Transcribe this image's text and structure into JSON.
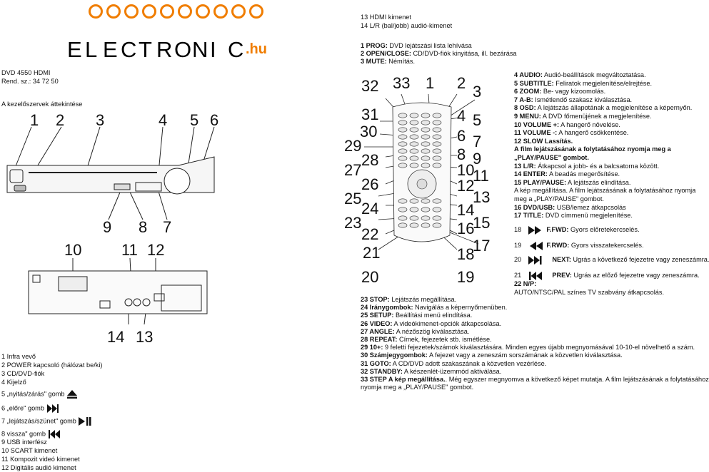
{
  "logo": {
    "letters": [
      "E",
      "L",
      "E",
      "C",
      "T",
      "R",
      "O",
      "N",
      "I",
      "C"
    ],
    "suffix": ".hu"
  },
  "product": {
    "model": "DVD 4550 HDMI",
    "order_no": "Rend. sz.: 34 72 50",
    "section_title": "A kezelőszervek áttekintése"
  },
  "callouts_front": [
    "1",
    "2",
    "3",
    "4",
    "5",
    "6",
    "9",
    "8",
    "7"
  ],
  "callouts_back": [
    "10",
    "11",
    "12",
    "14",
    "13"
  ],
  "callouts_remote": [
    "32",
    "33",
    "1",
    "2",
    "3",
    "31",
    "4",
    "5",
    "30",
    "6",
    "7",
    "29",
    "28",
    "8",
    "9",
    "27",
    "10",
    "11",
    "26",
    "12",
    "25",
    "13",
    "24",
    "14",
    "23",
    "15",
    "22",
    "16",
    "21",
    "17",
    "18",
    "20",
    "19"
  ],
  "left_list": [
    {
      "text": "1 Infra vevő"
    },
    {
      "text": "2 POWER kapcsoló (hálózat be/ki)"
    },
    {
      "text": "3 CD/DVD-fiók"
    },
    {
      "text": "4 Kijelző"
    },
    {
      "text": "5 „nyitás/zárás\" gomb",
      "icon": "eject-icon"
    },
    {
      "text": "6 „előre\" gomb",
      "icon": "next-icon"
    },
    {
      "text": "7 „lejátszás/szünet\" gomb",
      "icon": "play-pause-icon"
    },
    {
      "text": "8 vissza\" gomb",
      "icon": "prev-icon"
    },
    {
      "text": "9 USB interfész"
    },
    {
      "text": "10 SCART kimenet"
    },
    {
      "text": "11 Kompozit videó kimenet"
    },
    {
      "text": "12 Digitális audió kimenet"
    }
  ],
  "top_right": [
    "13 HDMI kimenet",
    "14 L/R (bal/jobb) audió-kimenet"
  ],
  "remote_list_a": [
    {
      "label": "1 PROG:",
      "text": " DVD lejátszási lista lehívása"
    },
    {
      "label": "2 OPEN/CLOSE:",
      "text": " CD/DVD-fiók kinyitása, ill. bezárása"
    },
    {
      "label": "3 MUTE:",
      "text": " Némítás."
    }
  ],
  "remote_list_b": [
    {
      "label": "4 AUDIO:",
      "text": " Audió-beállítások megváltoztatása."
    },
    {
      "label": "5 SUBTITLE:",
      "text": " Feliratok megjelenítése/elrejtése."
    },
    {
      "label": "6 ZOOM:",
      "text": " Be- vagy kizoomolás."
    },
    {
      "label": "7 A-B:",
      "text": " Ismétlendő szakasz kiválasztása."
    },
    {
      "label": "8 OSD:",
      "text": " A lejátszás állapotának a megjelenítése a képernyőn."
    },
    {
      "label": "9 MENU:",
      "text": " A DVD főmenüjének a megjelenítése."
    },
    {
      "label": "10 VOLUME +:",
      "text": " A hangerő növelése."
    },
    {
      "label": "11 VOLUME -:",
      "text": " A hangerő csökkentése."
    },
    {
      "label": "12 SLOW Lassítás.",
      "text": ""
    },
    {
      "label": "A film lejátszásának a folytatásához nyomja meg a",
      "text": ""
    },
    {
      "label": "„PLAY/PAUSE\" gombot.",
      "text": ""
    },
    {
      "label": "13 L/R:",
      "text": " Átkapcsol a jobb- és a balcsatorna között."
    },
    {
      "label": "14 ENTER:",
      "text": " A beadás megerősítése."
    },
    {
      "label": "15 PLAY/PAUSE:",
      "text": " A lejátszás elindítása."
    },
    {
      "label": "",
      "text": "A kép megállítása. A film lejátszásának a folytatásához nyomja"
    },
    {
      "label": "",
      "text": "meg a „PLAY/PAUSE\" gombot."
    },
    {
      "label": "16 DVD/USB:",
      "text": " USB/lemez átkapcsolás"
    },
    {
      "label": "17 TITLE:",
      "text": " DVD címmenü megjelenítése."
    }
  ],
  "remote_icon_items": [
    {
      "num": "18",
      "icon": "fast-forward-icon",
      "label": "F.FWD:",
      "text": " Gyors előretekercselés."
    },
    {
      "num": "19",
      "icon": "rewind-icon",
      "label": "F.RWD:",
      "text": " Gyors visszatekercselés."
    },
    {
      "num": "20",
      "icon": "next-icon",
      "label": "NEXT:",
      "text": " Ugrás a következő fejezetre vagy zeneszámra."
    },
    {
      "num": "21",
      "icon": "prev-icon",
      "label": "PREV:",
      "text": " Ugrás az előző fejezetre vagy zeneszámra."
    }
  ],
  "item22": {
    "label": "22 N/P:",
    "text": "AUTO/NTSC/PAL színes TV szabvány átkapcsolás."
  },
  "remote_list_c": [
    {
      "label": "23 STOP:",
      "text": " Lejátszás megállítása."
    },
    {
      "label": "24 Iránygombok:",
      "text": " Navigálás a képernyőmenüben."
    },
    {
      "label": "25 SETUP:",
      "text": " Beállítási menü elindítása."
    },
    {
      "label": "26 VIDEO:",
      "text": " A videókimenet-opciók átkapcsolása."
    },
    {
      "label": "27 ANGLE:",
      "text": " A nézőszög kiválasztása."
    },
    {
      "label": "28 REPEAT:",
      "text": " Címek, fejezetek stb. ismétlése."
    },
    {
      "label": "29 10+:",
      "text": " 9 feletti fejezetek/számok kiválasztására. Minden egyes újabb megnyomásával 10-10-el növelhető a szám."
    },
    {
      "label": "30 Számjegygombok:",
      "text": " A fejezet vagy a zeneszám sorszámának a közvetlen kiválasztása."
    },
    {
      "label": "31 GOTO:",
      "text": " A CD/DVD adott szakaszának a közvetlen vezérlése."
    },
    {
      "label": "32 STANDBY:",
      "text": " A készenlét-üzemmód aktiválása."
    },
    {
      "label": "33 STEP A kép megállítása.",
      "text": ". Még egyszer megnyomva a következő képet mutatja. A film lejátszásának a folytatásához"
    },
    {
      "label": "",
      "text": "nyomja meg a „PLAY/PAUSE\" gombot."
    }
  ]
}
